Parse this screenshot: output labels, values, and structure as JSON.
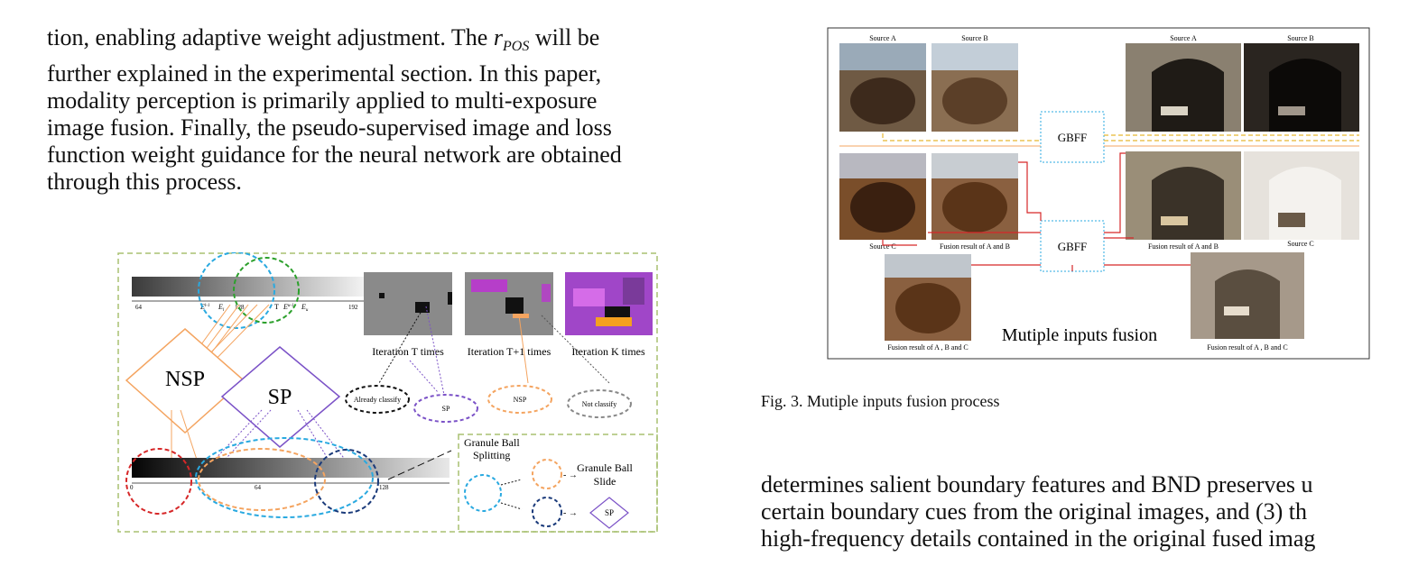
{
  "left_paragraph": {
    "line1_pre": "tion, enabling adaptive weight adjustment. The ",
    "math_r": "r",
    "math_sub": "POS",
    "line1_post": " will be",
    "line2": "further explained in the experimental section. In this paper,",
    "line3": "modality perception is primarily applied to multi-exposure",
    "line4": "image fusion. Finally, the pseudo-supervised image and loss",
    "line5": "function weight guidance for the neural network are obtained",
    "line6": "through this process."
  },
  "right_paragraph": {
    "line1": "determines salient boundary features and BND preserves u",
    "line2": "certain boundary cues from the original images, and (3) th",
    "line3": "high-frequency details contained in the original fused imag"
  },
  "figure3": {
    "caption": "Fig. 3.  Mutiple inputs fusion process",
    "labels": {
      "source_a": "Source A",
      "source_b": "Source B",
      "source_c": "Source C",
      "fusion_ab": "Fusion result of  A and B",
      "fusion_abc": "Fusion result of  A , B and C",
      "gbff": "GBFF",
      "title": "Mutiple inputs fusion"
    }
  },
  "figure2": {
    "tick_64": "64",
    "tick_128": "128",
    "tick_192": "192",
    "tick_0": "0",
    "tick_64b": "64",
    "tick_128b": "128",
    "e_labels": [
      "Eₗ⁻¹",
      "Eₗ",
      "T",
      "Eᵤ⁻¹",
      "Eᵤ"
    ],
    "nsp": "NSP",
    "sp": "SP",
    "iter_t": "Iteration T times",
    "iter_t1": "Iteration T+1 times",
    "iter_k": "Iteration K times",
    "already": "Already classify",
    "sp_small": "SP",
    "nsp_small": "NSP",
    "not_classify": "Not classify",
    "gb_split_1": "Granule Ball",
    "gb_split_2": "Splitting",
    "gb_slide_1": "Granule Ball",
    "gb_slide_2": "Slide",
    "sp_diamond": "SP",
    "colors": {
      "orange": "#f4a460",
      "purple": "#7b52c7",
      "blue": "#29a9e0",
      "green": "#2ca02c",
      "red": "#d62728",
      "navy": "#1a3a7a",
      "magenta": "#c02bd8"
    }
  }
}
